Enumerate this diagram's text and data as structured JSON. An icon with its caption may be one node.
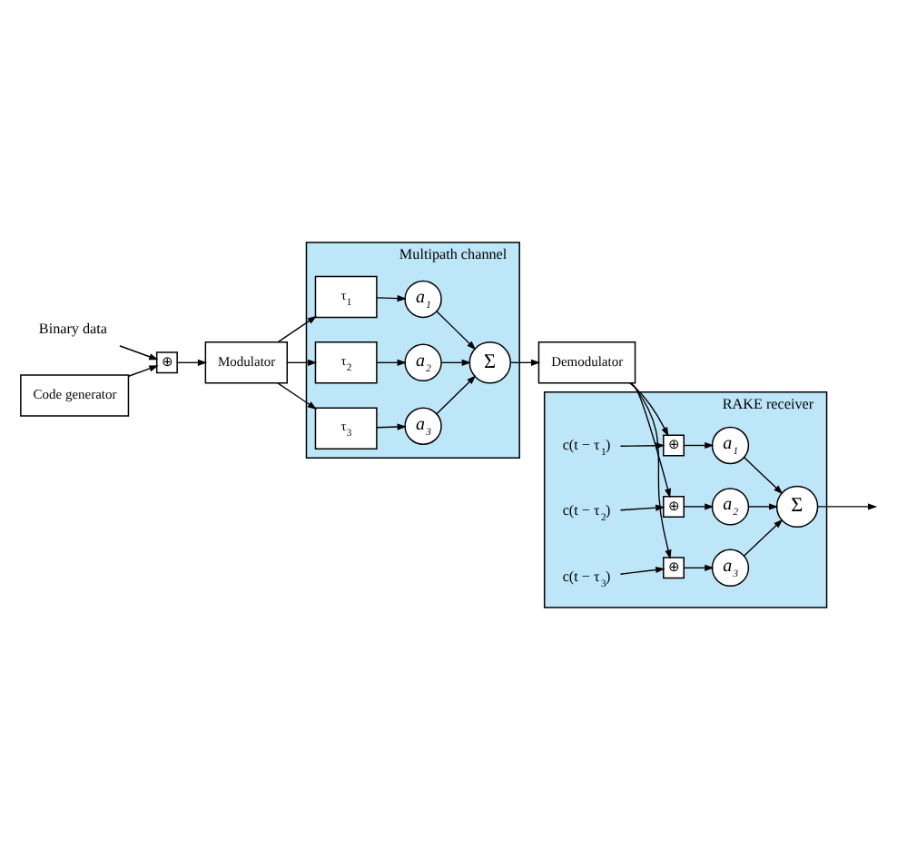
{
  "diagram": {
    "nodes": [
      {
        "text": [
          "Binary data"
        ]
      },
      {
        "text": [
          "⊕"
        ]
      },
      {
        "text": [
          "Code generator"
        ]
      },
      {
        "text": [
          "Modulator"
        ]
      },
      {
        "text": [
          "Multipath channel"
        ]
      },
      {
        "text": [
          "τ$_{1}$"
        ],
        "in": 4
      },
      {
        "text": [
          "τ$_{2}$"
        ],
        "in": 4
      },
      {
        "text": [
          "τ$_{3}$"
        ],
        "in": 4
      },
      {
        "text": [
          "a$_{1}$"
        ],
        "in": 4
      },
      {
        "text": [
          "a$_{2}$"
        ],
        "in": 4
      },
      {
        "text": [
          "a$_{3}$"
        ],
        "in": 4
      },
      {
        "text": [
          "Σ"
        ],
        "in": 4
      },
      {
        "text": [
          "Demodulator"
        ]
      },
      {
        "text": [
          "RAKE receiver"
        ]
      },
      {
        "text": [
          "c(t − τ$_{1}$)"
        ],
        "in": 13
      },
      {
        "text": [
          "⊕"
        ],
        "in": 13
      },
      {
        "text": [
          "c(t − τ$_{2}$)"
        ],
        "in": 13
      },
      {
        "text": [
          "⊕"
        ],
        "in": 13
      },
      {
        "text": [
          "c(t − τ$_{3}$)"
        ],
        "in": 13
      },
      {
        "text": [
          "⊕"
        ],
        "in": 13
      },
      {
        "text": [
          "a$_{1}$"
        ],
        "in": 13
      },
      {
        "text": [
          "a$_{2}$"
        ],
        "in": 13
      },
      {
        "text": [
          "a$_{3}$"
        ],
        "in": 13
      },
      {
        "text": [
          "Σ"
        ],
        "in": 13
      }
    ],
    "edges": [
      {
        "from": 0,
        "to": 1,
        "arrow": "to"
      },
      {
        "from": 2,
        "to": 1,
        "arrow": "to"
      },
      {
        "from": 1,
        "to": 3,
        "arrow": "to"
      },
      {
        "from": 3,
        "to": 5,
        "arrow": "to"
      },
      {
        "from": 3,
        "to": 6,
        "arrow": "to"
      },
      {
        "from": 3,
        "to": 7,
        "arrow": "to"
      },
      {
        "from": 5,
        "to": 8,
        "arrow": "to"
      },
      {
        "from": 6,
        "to": 9,
        "arrow": "to"
      },
      {
        "from": 7,
        "to": 10,
        "arrow": "to"
      },
      {
        "from": 8,
        "to": 11,
        "arrow": "to"
      },
      {
        "from": 9,
        "to": 11,
        "arrow": "to"
      },
      {
        "from": 10,
        "to": 11,
        "arrow": "to"
      },
      {
        "from": 11,
        "to": 12,
        "arrow": "to"
      },
      {
        "from": 12,
        "to": 15,
        "arrow": "to"
      },
      {
        "from": 12,
        "to": 17,
        "arrow": "to"
      },
      {
        "from": 12,
        "to": 19,
        "arrow": "to"
      },
      {
        "from": 14,
        "to": 15,
        "arrow": "to"
      },
      {
        "from": 16,
        "to": 17,
        "arrow": "to"
      },
      {
        "from": 18,
        "to": 19,
        "arrow": "to"
      },
      {
        "from": 15,
        "to": 20,
        "arrow": "to"
      },
      {
        "from": 17,
        "to": 21,
        "arrow": "to"
      },
      {
        "from": 19,
        "to": 22,
        "arrow": "to"
      },
      {
        "from": 20,
        "to": 23,
        "arrow": "to"
      },
      {
        "from": 21,
        "to": 23,
        "arrow": "to"
      },
      {
        "from": 22,
        "to": 23,
        "arrow": "to"
      },
      {
        "from": 23,
        "to": null,
        "arrow": "to"
      }
    ]
  }
}
